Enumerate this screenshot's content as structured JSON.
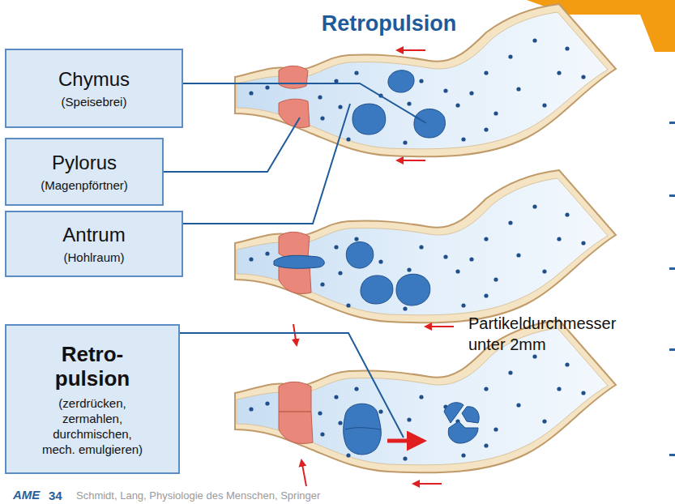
{
  "diagram": {
    "title": "Retropulsion",
    "nodes": [
      {
        "text": [
          "Chymus",
          "(Speisebrei)"
        ]
      },
      {
        "text": [
          "Pylorus",
          "(Magenpförtner)"
        ]
      },
      {
        "text": [
          "Antrum",
          "(Hohlraum)"
        ]
      },
      {
        "text": [
          "Retro- pulsion",
          "(zerdrücken, zermahlen, durchmischen, mech. emulgieren)"
        ]
      }
    ],
    "labels": [
      "Partikeldurchmesser unter 2mm",
      "AME",
      "34",
      "Schmidt, Lang, Physiologie des Menschen, Springer"
    ]
  }
}
